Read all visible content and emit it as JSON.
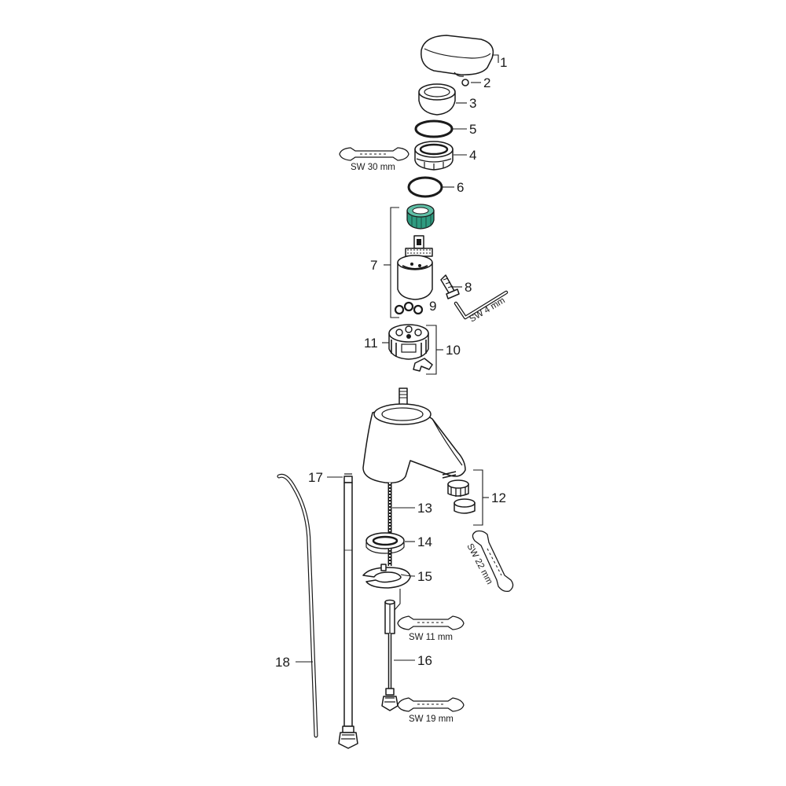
{
  "accent_color": "#2e9b80",
  "part_numbers": {
    "p1": "1",
    "p2": "2",
    "p3": "3",
    "p4": "4",
    "p5": "5",
    "p6": "6",
    "p7": "7",
    "p8": "8",
    "p9": "9",
    "p10": "10",
    "p11": "11",
    "p12": "12",
    "p13": "13",
    "p14": "14",
    "p15": "15",
    "p16": "16",
    "p17": "17",
    "p18": "18"
  },
  "tools": {
    "sw30": "SW 30 mm",
    "sw4": "SW 4 mm",
    "sw22": "SW 22 mm",
    "sw11": "SW 11 mm",
    "sw19": "SW 19 mm"
  }
}
